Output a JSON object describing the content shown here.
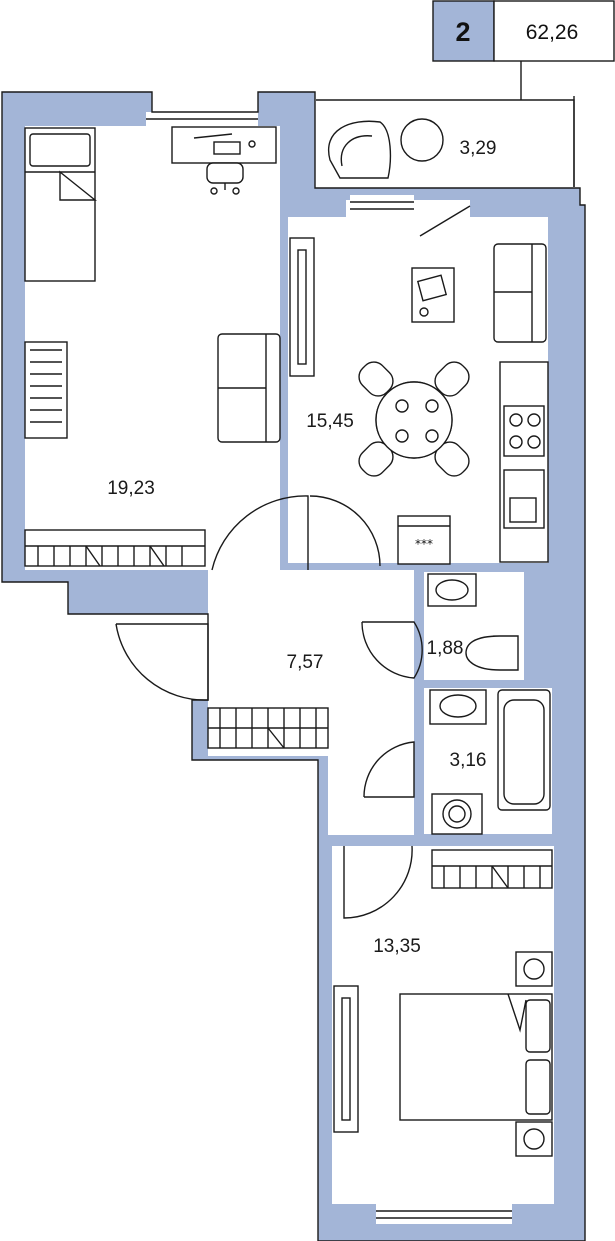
{
  "badge": {
    "rooms": "2",
    "total_area": "62,26"
  },
  "rooms": [
    {
      "id": "bedroom-large",
      "area": "19,23"
    },
    {
      "id": "kitchen-living",
      "area": "15,45"
    },
    {
      "id": "balcony",
      "area": "3,29"
    },
    {
      "id": "hallway",
      "area": "7,57"
    },
    {
      "id": "toilet",
      "area": "1,88"
    },
    {
      "id": "bathroom",
      "area": "3,16"
    },
    {
      "id": "bedroom-small",
      "area": "13,35"
    }
  ],
  "appliance_marks": {
    "oven": "***"
  },
  "colors": {
    "wall": "#a3b5d7",
    "line": "#1a1a1a",
    "floor": "#ffffff"
  }
}
